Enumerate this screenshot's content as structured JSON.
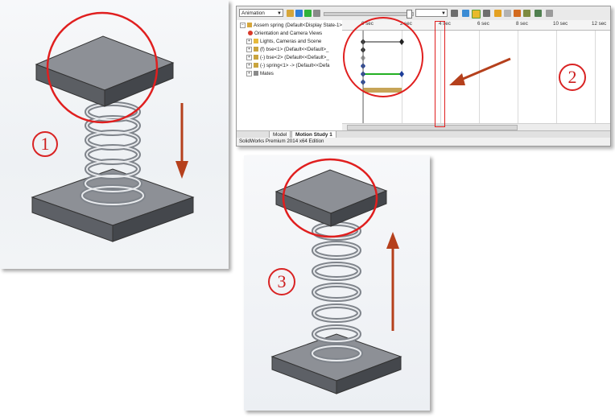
{
  "callouts": {
    "one": "1",
    "two": "2",
    "three": "3"
  },
  "colors": {
    "annotation_red": "#e01f1f",
    "arrow_brown": "#b5401c"
  },
  "solidworks": {
    "toolbar": {
      "study_type": "Animation",
      "icons": [
        "calculate-icon",
        "play-from-start-icon",
        "play-icon",
        "stop-icon",
        "playback-speed-icon",
        "save-animation-icon",
        "animation-wizard-icon",
        "autokey-icon",
        "add-update-key-icon",
        "motor-icon",
        "spring-icon",
        "contact-icon",
        "gravity-icon",
        "results-and-plots-icon",
        "motion-study-properties-icon"
      ]
    },
    "tree": {
      "items": [
        {
          "label": "Assem spring  (Default<Display State-1>)",
          "icon": "assembly-icon",
          "expander": "−"
        },
        {
          "label": "Orientation and Camera Views",
          "icon": "orientation-icon",
          "expander": ""
        },
        {
          "label": "Lights, Cameras and Scene",
          "icon": "lights-icon",
          "expander": "+"
        },
        {
          "label": "(f) bse<1> (Default<<Default>_",
          "icon": "part-icon",
          "expander": "+"
        },
        {
          "label": "(-) bse<2> (Default<<Default>_",
          "icon": "part-icon",
          "expander": "+"
        },
        {
          "label": "(-) spring<1> -> (Default<<Defa",
          "icon": "part-icon",
          "expander": "+"
        },
        {
          "label": "Mates",
          "icon": "mates-icon",
          "expander": "+"
        }
      ]
    },
    "timeline": {
      "ticks": [
        "0 sec",
        "2 sec",
        "4 sec",
        "6 sec",
        "8 sec",
        "10 sec",
        "12 sec"
      ]
    },
    "tabs": {
      "model": "Model",
      "motion_study": "Motion Study 1"
    },
    "status": "SolidWorks Premium 2014 x64 Edition"
  }
}
